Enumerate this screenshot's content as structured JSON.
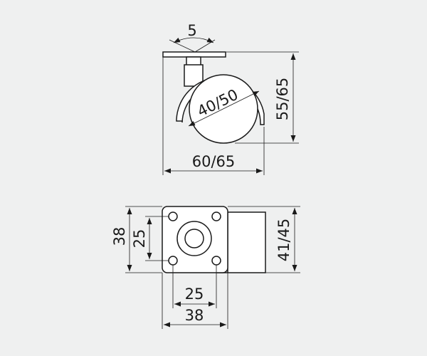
{
  "top_view": {
    "dim_plate_angle": "5",
    "dim_wheel_diameter": "40/50",
    "dim_height": "55/65",
    "dim_width": "60/65"
  },
  "plan_view": {
    "dim_plate_outer": "38",
    "dim_hole_spacing_vertical": "25",
    "dim_hole_spacing_horizontal": "25",
    "dim_plate_outer_width": "38",
    "dim_total_depth": "41/45"
  },
  "colors": {
    "background": "#eff0f0",
    "line": "#1a1a1a",
    "fill": "#ffffff"
  }
}
